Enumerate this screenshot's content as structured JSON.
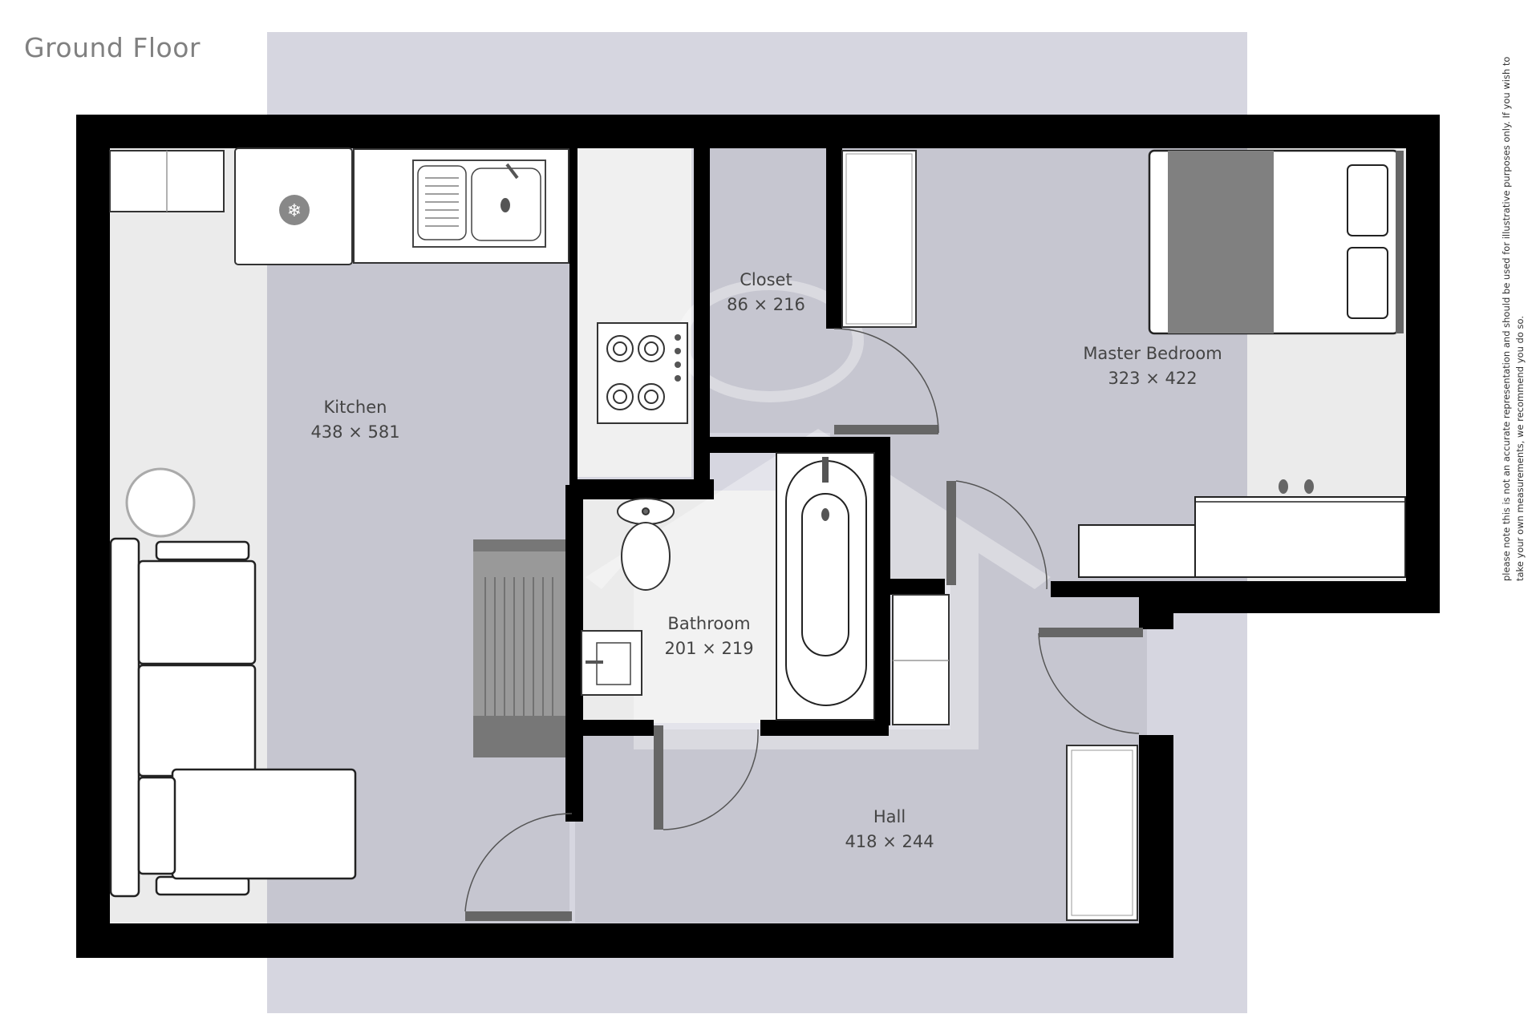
{
  "floor": {
    "title": "Ground Floor"
  },
  "disclaimer": "please note this is not an accurate representation and should be used for illustrative purposes only. If you wish to take your own measurements, we recommend you do so.",
  "rooms": {
    "kitchen": {
      "name": "Kitchen",
      "dims": "438 × 581"
    },
    "closet": {
      "name": "Closet",
      "dims": "86 × 216"
    },
    "master_bedroom": {
      "name": "Master Bedroom",
      "dims": "323 × 422"
    },
    "bathroom": {
      "name": "Bathroom",
      "dims": "201 × 219"
    },
    "hall": {
      "name": "Hall",
      "dims": "418 × 244"
    }
  },
  "colors": {
    "wall": "#000000",
    "floor": "#c8c8d2",
    "light_floor": "#ebebeb",
    "backdrop": "#d6d6e0",
    "fixture": "#ffffff",
    "door_line": "#666666"
  }
}
